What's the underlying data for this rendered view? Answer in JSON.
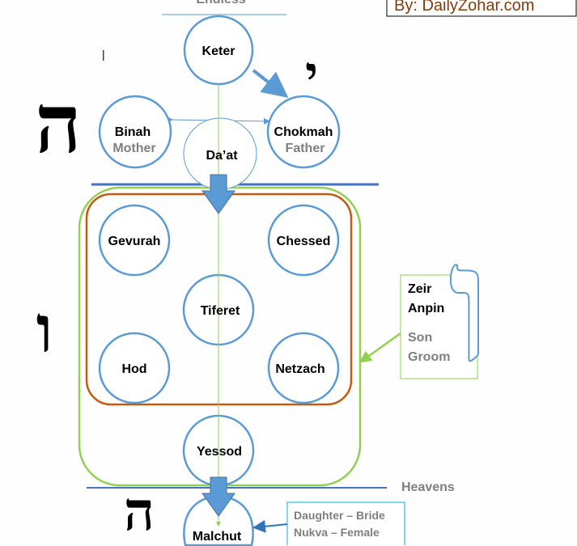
{
  "header": {
    "endless": "Endless",
    "byline": "By: DailyZohar.com"
  },
  "sefirot": {
    "keter": "Keter",
    "binah": "Binah",
    "binah_sub": "Mother",
    "chokmah": "Chokmah",
    "chokmah_sub": "Father",
    "daat": "Da’at",
    "gevurah": "Gevurah",
    "chessed": "Chessed",
    "tiferet": "Tiferet",
    "hod": "Hod",
    "netzach": "Netzach",
    "yessod": "Yessod",
    "malchut": "Malchut"
  },
  "labels": {
    "zeir_line1": "Zeir",
    "zeir_line2": "Anpin",
    "son": "Son",
    "groom": "Groom",
    "heavens": "Heavens",
    "daughter": "Daughter – Bride",
    "nukva": "Nukva – Female"
  },
  "letters": {
    "heh_upper": "ה",
    "yud": "י",
    "vav_left": "ו",
    "vav_right": "ו",
    "heh_lower": "ה"
  },
  "colors": {
    "circle": "#5b9bd5",
    "green": "#92d050",
    "orange": "#c55a11",
    "line": "#4472c4",
    "byline": "#843c0c"
  }
}
